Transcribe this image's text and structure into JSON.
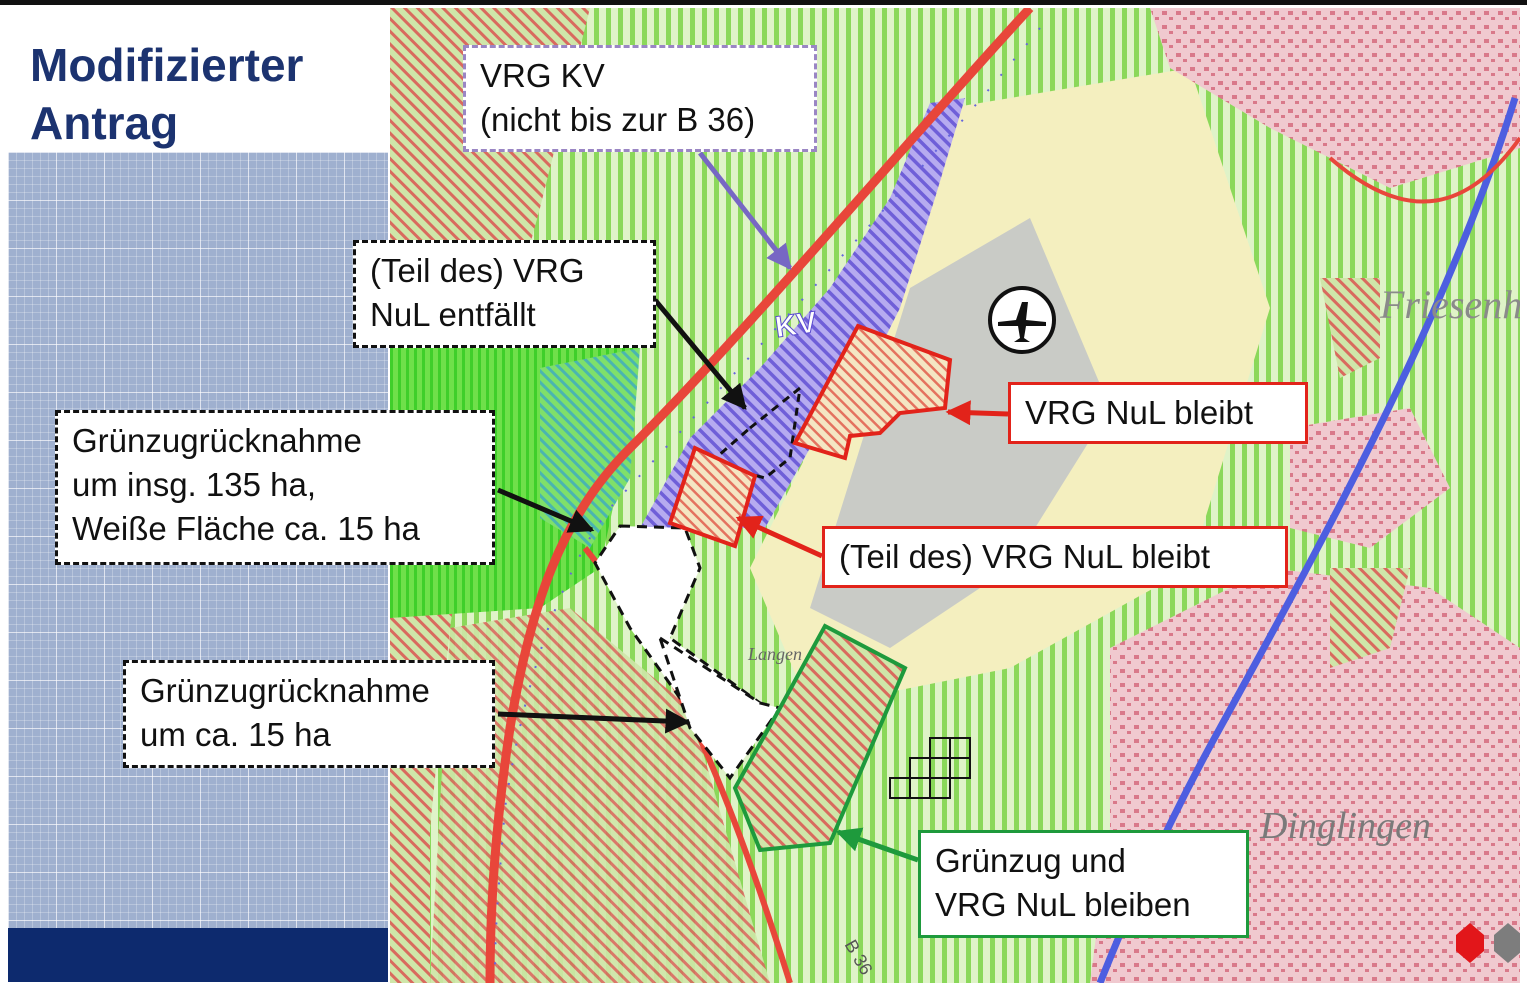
{
  "slide": {
    "title_line1": "Modifizierter",
    "title_line2": "Antrag"
  },
  "map": {
    "place_names": [
      "Friesenh",
      "Dinglingen",
      "Langen"
    ],
    "road_labels": [
      "B 36"
    ],
    "zone_marker": "KV",
    "symbols": [
      "airplane-icon",
      "hexagon-red-icon",
      "hexagon-grey-icon"
    ]
  },
  "annotations": {
    "vrg_kv": {
      "line1": "VRG KV",
      "line2": "(nicht bis zur B 36)"
    },
    "vrg_nul_entfaellt": {
      "line1": "(Teil des) VRG",
      "line2": "NuL entfällt"
    },
    "gruenzug_135": {
      "line1": "Grünzugrücknahme",
      "line2": "um insg. 135 ha,",
      "line3": "Weiße Fläche ca. 15 ha"
    },
    "gruenzug_15": {
      "line1": "Grünzugrücknahme",
      "line2": "um ca. 15 ha"
    },
    "vrg_nul_bleibt": {
      "line1": "VRG NuL bleibt"
    },
    "teil_vrg_nul_bleibt": {
      "line1": "(Teil des) VRG NuL bleibt"
    },
    "gruenzug_bleiben": {
      "line1": "Grünzug und",
      "line2": "VRG NuL bleiben"
    }
  },
  "colors": {
    "title_navy": "#1c3370",
    "map_green_hatch": "#8bd85a",
    "map_red_hatch": "#d96a5e",
    "kv_purple": "#6f5fd8",
    "road_red": "#e8463a",
    "rail_blue": "#4d5ee0",
    "label_red": "#e2231a",
    "label_green": "#1e9a3c",
    "label_purple": "#9a86c4"
  }
}
